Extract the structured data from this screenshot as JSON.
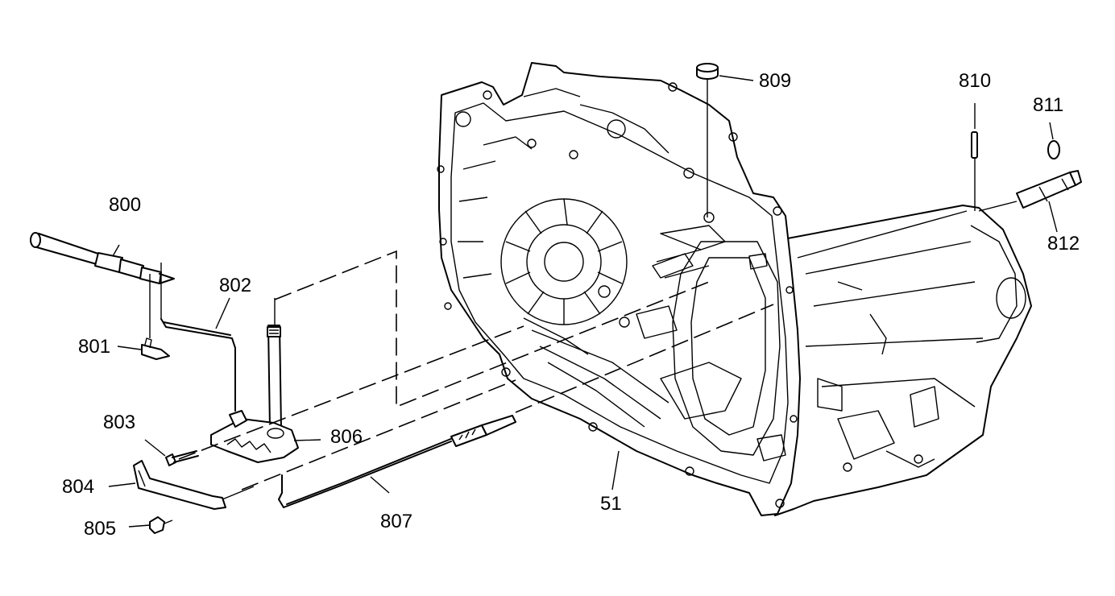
{
  "figure": {
    "callouts": {
      "c800": "800",
      "c801": "801",
      "c802": "802",
      "c803": "803",
      "c804": "804",
      "c805": "805",
      "c806": "806",
      "c807": "807",
      "c51": "51",
      "c809": "809",
      "c810": "810",
      "c811": "811",
      "c812": "812"
    },
    "line_color": "#000000",
    "background": "#ffffff"
  }
}
